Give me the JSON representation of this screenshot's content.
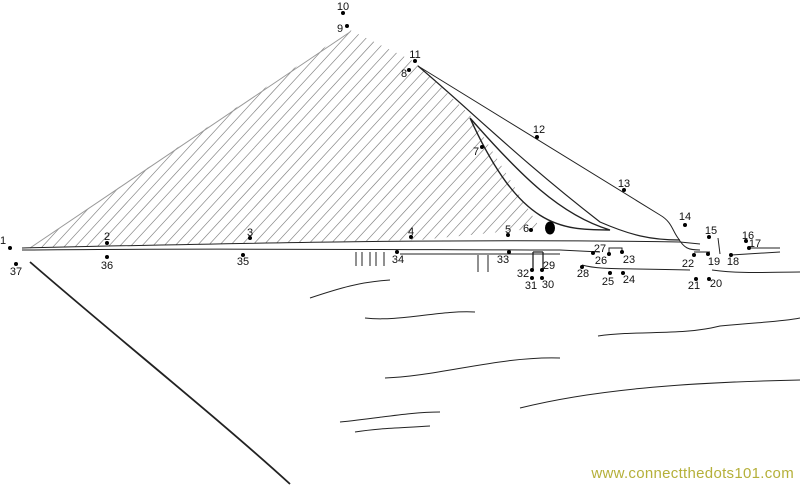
{
  "worksheet": {
    "dot_labels": [
      "1",
      "2",
      "3",
      "4",
      "5",
      "6",
      "7",
      "8",
      "9",
      "10",
      "11",
      "12",
      "13",
      "14",
      "15",
      "16",
      "17",
      "18",
      "19",
      "20",
      "21",
      "22",
      "23",
      "24",
      "25",
      "26",
      "27",
      "28",
      "29",
      "30",
      "31",
      "32",
      "33",
      "34",
      "35",
      "36",
      "37"
    ],
    "credit": "www.connectthedots101.com",
    "credit_color": "#b5b03a"
  }
}
